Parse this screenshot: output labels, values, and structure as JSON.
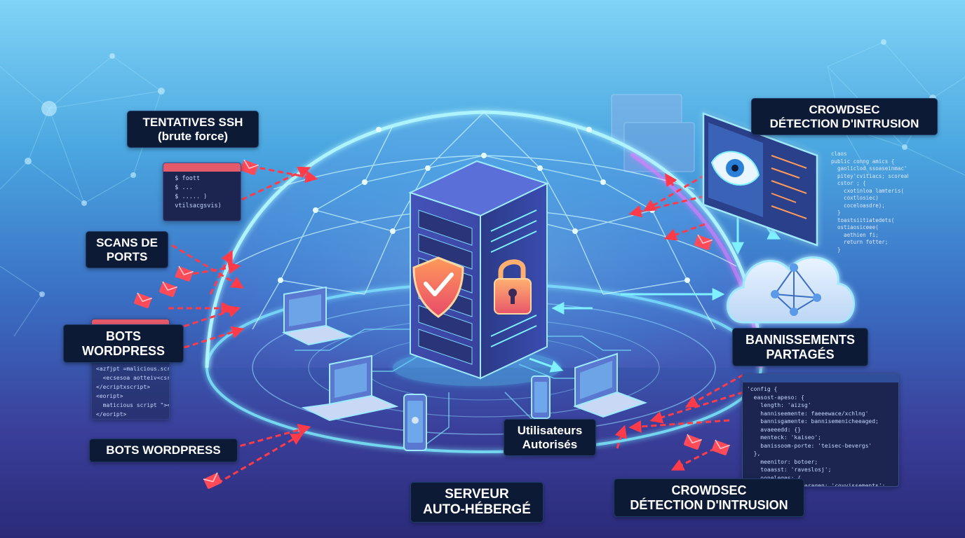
{
  "labels": {
    "ssh": [
      "TENTATIVES SSH",
      "(brute force)"
    ],
    "ports": [
      "SCANS DE",
      "PORTS"
    ],
    "bots_top": [
      "BOTS",
      "WORDPRESS"
    ],
    "bots_bottom": [
      "BOTS WORDPRESS"
    ],
    "crowdsec_top": [
      "CROWDSEC",
      "DÉTECTION D'INTRUSION"
    ],
    "bans": [
      "BANNISSEMENTS",
      "PARTAGÉS"
    ],
    "users": [
      "Utilisateurs",
      "Autorisés"
    ],
    "server": [
      "SERVEUR",
      "AUTO-HÉBERGÉ"
    ],
    "crowdsec_bottom": [
      "CROWDSEC",
      "DÉTECTION D'INTRUSION"
    ]
  },
  "code": {
    "ssh_window": [
      "  $ foott",
      "  $ ...",
      "  $ ..... )",
      "  vtilsacgsvis)"
    ],
    "bots_snippet": [
      "<azfjpt =malicious.scripte\">",
      "  <ecsesoa aotteiv<csript>",
      "</ecriptxscript>",
      "<eoript>",
      "  maticious script \"></molisbos>",
      "</eoript>"
    ],
    "config_window": [
      "'config {",
      "  easost-apeso: {",
      "    length: 'aizsg'",
      "    hanniseemente: faeeewace/xchlng'",
      "    bannisgamente: bannisemenicheeaged;",
      "    avaeeedd: {}",
      "    menteck: 'kaiseo';",
      "    banissoom-porte: 'teisec-bevergs'",
      "  },",
      "    meenitor: botoer;",
      "    toaasst: 'raveslosj';",
      "    ooneleges: {",
      "                 eragen: 'covvissements';"
    ],
    "side_code": [
      "claos",
      "public conng amics {",
      "  gaoliclod ssoaseinmac' }",
      "  pitey'cvitiacs; scoreahot",
      "  cstor ; {",
      "    cxotinloa lamteris(",
      "    coxtlosiec)",
      "    coceloasdre);",
      "  }",
      "  toastsiitiatedets(",
      "  ostiaosiceee(",
      "    aethien fi;",
      "    return fotter;",
      "  }"
    ]
  }
}
